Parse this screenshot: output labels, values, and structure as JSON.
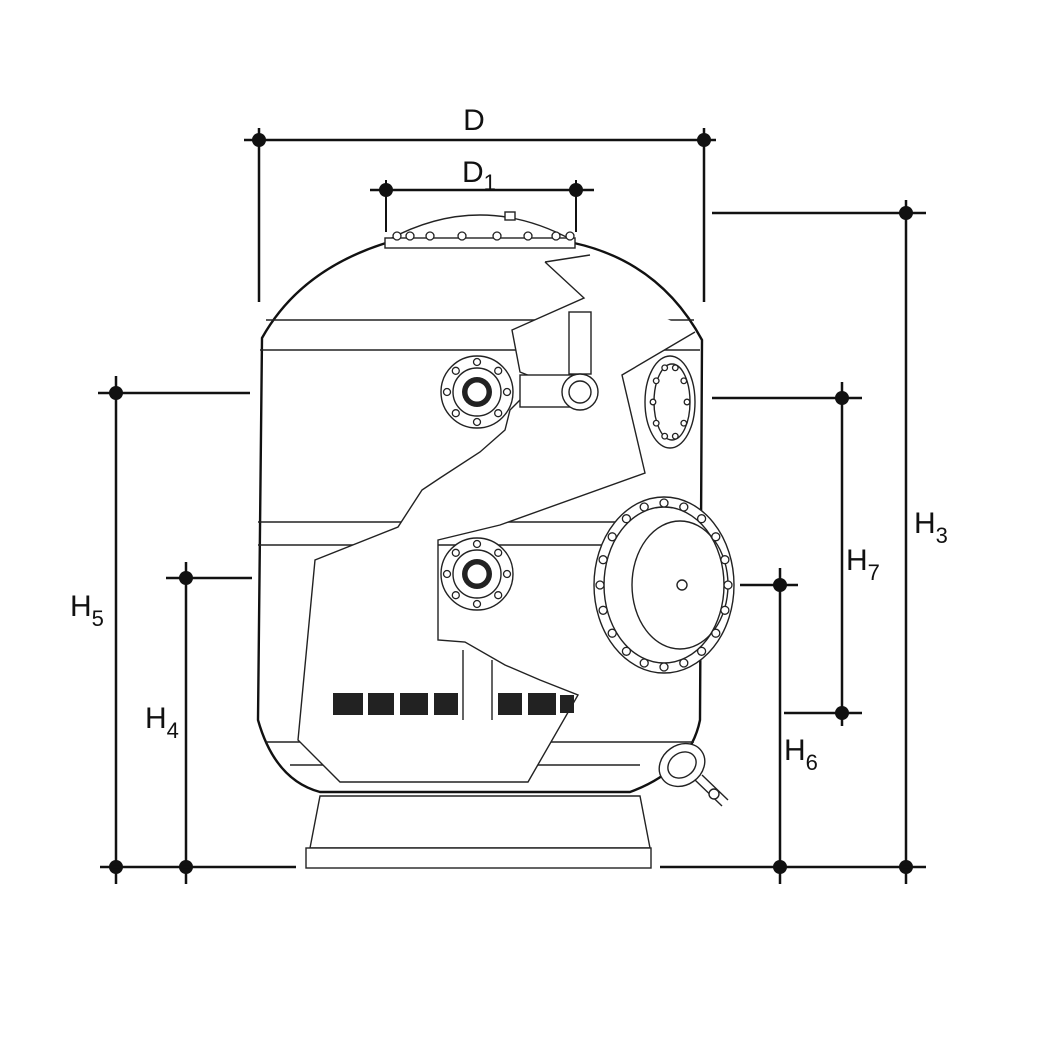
{
  "dimensions": {
    "D": {
      "main": "D",
      "sub": ""
    },
    "D1": {
      "main": "D",
      "sub": "1"
    },
    "H3": {
      "main": "H",
      "sub": "3"
    },
    "H4": {
      "main": "H",
      "sub": "4"
    },
    "H5": {
      "main": "H",
      "sub": "5"
    },
    "H6": {
      "main": "H",
      "sub": "6"
    },
    "H7": {
      "main": "H",
      "sub": "7"
    }
  },
  "colors": {
    "line": "#111111",
    "background": "#ffffff"
  }
}
